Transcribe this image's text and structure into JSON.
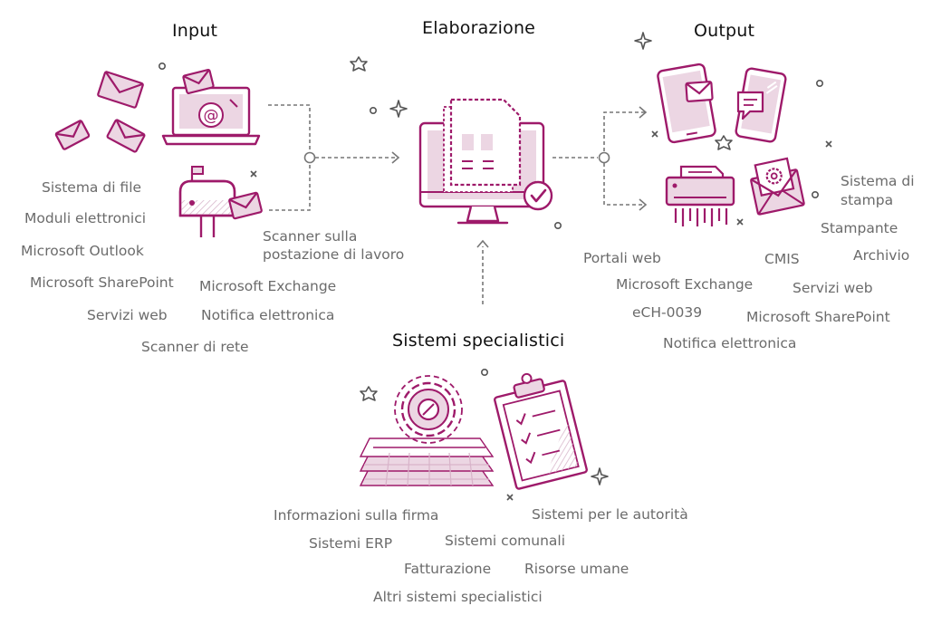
{
  "headings": {
    "input": "Input",
    "processing": "Elaborazione",
    "output": "Output",
    "specialist": "Sistemi specialistici"
  },
  "input_labels": {
    "filesystem": "Sistema di file",
    "eforms": "Moduli elettronici",
    "outlook": "Microsoft Outlook",
    "sharepoint": "Microsoft SharePoint",
    "webservices": "Servizi web",
    "network_scanner": "Scanner di rete",
    "workstation_scanner_line1": "Scanner sulla",
    "workstation_scanner_line2": "postazione di lavoro",
    "exchange": "Microsoft Exchange",
    "enotification": "Notifica elettronica"
  },
  "output_labels": {
    "print_system_line1": "Sistema di",
    "print_system_line2": "stampa",
    "printer": "Stampante",
    "archive": "Archivio",
    "cmis": "CMIS",
    "web_portals": "Portali web",
    "exchange": "Microsoft Exchange",
    "webservices": "Servizi web",
    "ech": "eCH-0039",
    "sharepoint": "Microsoft SharePoint",
    "enotification": "Notifica elettronica"
  },
  "specialist_labels": {
    "signature_info": "Informazioni sulla firma",
    "authorities": "Sistemi per le autorità",
    "erp": "Sistemi ERP",
    "municipal": "Sistemi comunali",
    "invoicing": "Fatturazione",
    "hr": "Risorse umane",
    "other": "Altri sistemi specialistici"
  },
  "icons": {
    "email_symbol": "@"
  },
  "colors": {
    "accent": "#9e1a6a",
    "accent_light": "#ecd6e3",
    "accent_mid": "#d8b3c9",
    "connector": "#777777",
    "heading": "#111111",
    "label": "#6b6b6b"
  }
}
